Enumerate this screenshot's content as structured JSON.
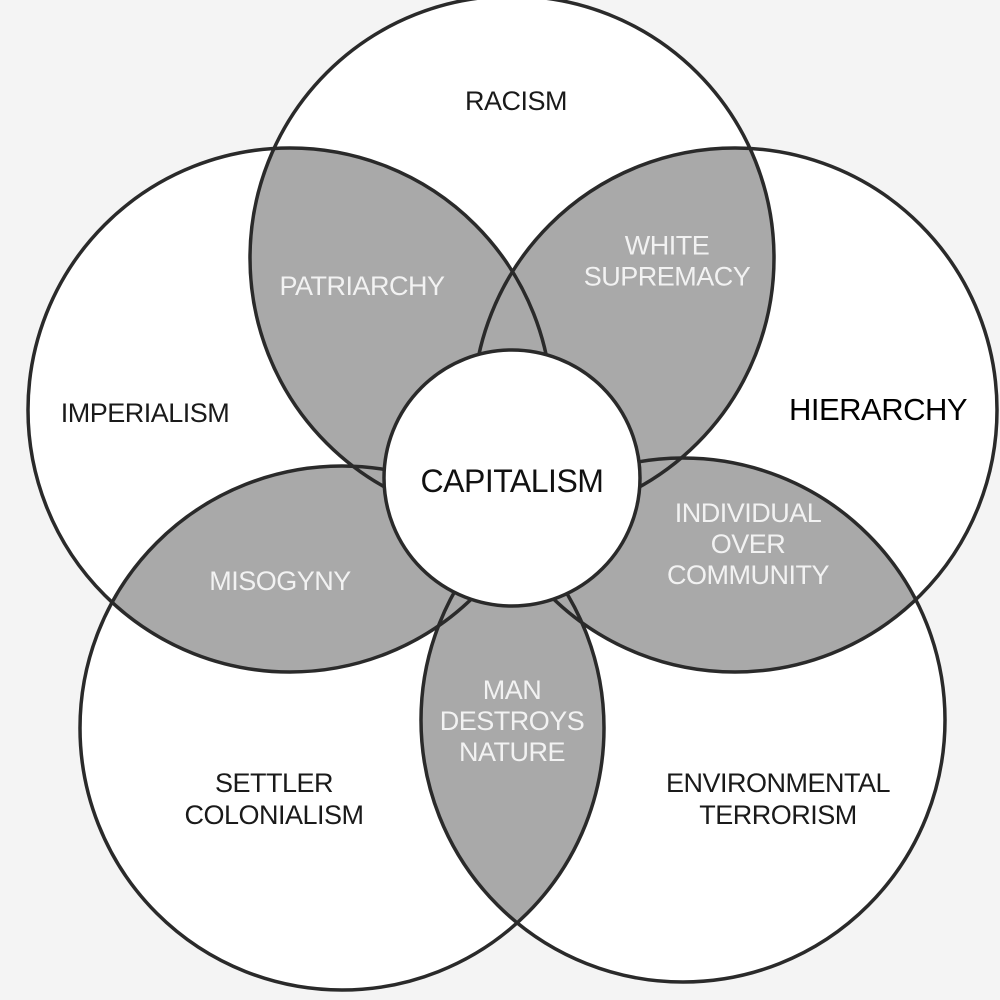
{
  "colors": {
    "background": "#f4f4f4",
    "circle_fill": "#ffffff",
    "overlap_fill": "#a9a9a9",
    "outline": "#2a2a2a",
    "dark_text": "#1a1a1a",
    "light_text": "#f2f2f2"
  },
  "diagram": {
    "center": {
      "label": "CAPITALISM"
    },
    "circles": [
      {
        "id": "top",
        "lines": [
          "RACISM"
        ]
      },
      {
        "id": "right",
        "lines": [
          "HIERARCHY"
        ]
      },
      {
        "id": "lower-right",
        "lines": [
          "ENVIRONMENTAL",
          "TERRORISM"
        ]
      },
      {
        "id": "lower-left",
        "lines": [
          "SETTLER",
          "COLONIALISM"
        ]
      },
      {
        "id": "left",
        "lines": [
          "IMPERIALISM"
        ]
      }
    ],
    "overlaps": [
      {
        "between": [
          "top",
          "left"
        ],
        "lines": [
          "PATRIARCHY"
        ]
      },
      {
        "between": [
          "top",
          "right"
        ],
        "lines": [
          "WHITE",
          "SUPREMACY"
        ]
      },
      {
        "between": [
          "right",
          "lower-right"
        ],
        "lines": [
          "INDIVIDUAL",
          "OVER",
          "COMMUNITY"
        ]
      },
      {
        "between": [
          "lower-right",
          "lower-left"
        ],
        "lines": [
          "MAN",
          "DESTROYS",
          "NATURE"
        ]
      },
      {
        "between": [
          "lower-left",
          "left"
        ],
        "lines": [
          "MISOGYNY"
        ]
      }
    ]
  }
}
